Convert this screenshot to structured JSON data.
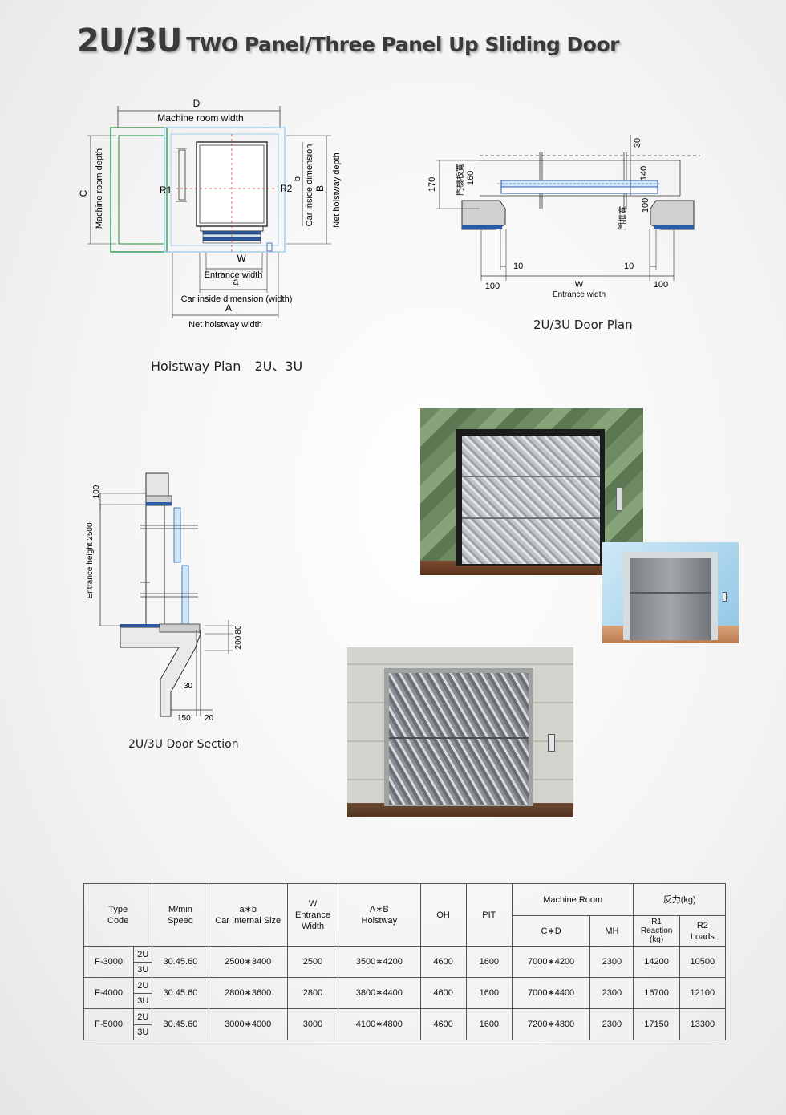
{
  "header": {
    "title_main": "2U/3U",
    "title_sub": "TWO Panel/Three Panel Up Sliding Door"
  },
  "hoistway_plan": {
    "caption": "Hoistway Plan",
    "caption_models": "2U、3U",
    "labels": {
      "D": "D",
      "machine_room_width": "Machine room width",
      "C": "C",
      "machine_room_depth": "Machine room depth",
      "R1": "R1",
      "R2": "R2",
      "b": "b",
      "car_inside_dimension": "Car inside dimension",
      "B": "B",
      "net_hoistway_depth": "Net hoistway depth",
      "W": "W",
      "entrance_width": "Entrance width",
      "a": "a",
      "car_inside_width": "Car inside dimension (width)",
      "A": "A",
      "net_hoistway_width": "Net hoistway width"
    }
  },
  "door_plan": {
    "caption": "2U/3U Door Plan",
    "labels": {
      "d30": "30",
      "d170": "170",
      "d160": "160",
      "d140": "140",
      "d100v": "100",
      "cn_frame_depth": "門機板寬",
      "cn_frame_width": "門框寬",
      "d10l": "10",
      "d10r": "10",
      "d100l": "100",
      "W": "W",
      "d100r": "100",
      "entrance_width": "Entrance width"
    }
  },
  "door_section": {
    "caption": "2U/3U Door Section",
    "labels": {
      "d100": "100",
      "entrance_height": "Entrance height 2500",
      "d80": "80",
      "d200": "200",
      "d30": "30",
      "d150": "150",
      "d20": "20"
    }
  },
  "colors": {
    "accent_blue": "#2a5aa8",
    "accent_green": "#3aa05a",
    "light_blue": "#9cd0ee",
    "dim_red": "#d0453a"
  },
  "spec_table": {
    "headers": {
      "type": "Type",
      "code": "Code",
      "speed_unit": "M/min",
      "speed": "Speed",
      "car_ab": "a∗b",
      "car_size": "Car Internal Size",
      "w": "W",
      "entrance": "Entrance",
      "width": "Width",
      "hoist_ab": "A∗B",
      "hoistway": "Hoistway",
      "oh": "OH",
      "pit": "PIT",
      "machine_room": "Machine Room",
      "reaction": "反力(kg)",
      "cd": "C∗D",
      "mh": "MH",
      "r1": "R1",
      "r1_sub": "Reaction",
      "r1_unit": "(kg)",
      "r2": "R2",
      "r2_sub": "Loads"
    },
    "rows": [
      {
        "code": "F-3000",
        "v2": "2U",
        "v3": "3U",
        "speed": "30.45.60",
        "car": "2500∗3400",
        "w": "2500",
        "hoist": "3500∗4200",
        "oh": "4600",
        "pit": "1600",
        "cd": "7000∗4200",
        "mh": "2300",
        "r1": "14200",
        "r2": "10500"
      },
      {
        "code": "F-4000",
        "v2": "2U",
        "v3": "3U",
        "speed": "30.45.60",
        "car": "2800∗3600",
        "w": "2800",
        "hoist": "3800∗4400",
        "oh": "4600",
        "pit": "1600",
        "cd": "7000∗4400",
        "mh": "2300",
        "r1": "16700",
        "r2": "12100"
      },
      {
        "code": "F-5000",
        "v2": "2U",
        "v3": "3U",
        "speed": "30.45.60",
        "car": "3000∗4000",
        "w": "3000",
        "hoist": "4100∗4800",
        "oh": "4600",
        "pit": "1600",
        "cd": "7200∗4800",
        "mh": "2300",
        "r1": "17150",
        "r2": "13300"
      }
    ]
  }
}
